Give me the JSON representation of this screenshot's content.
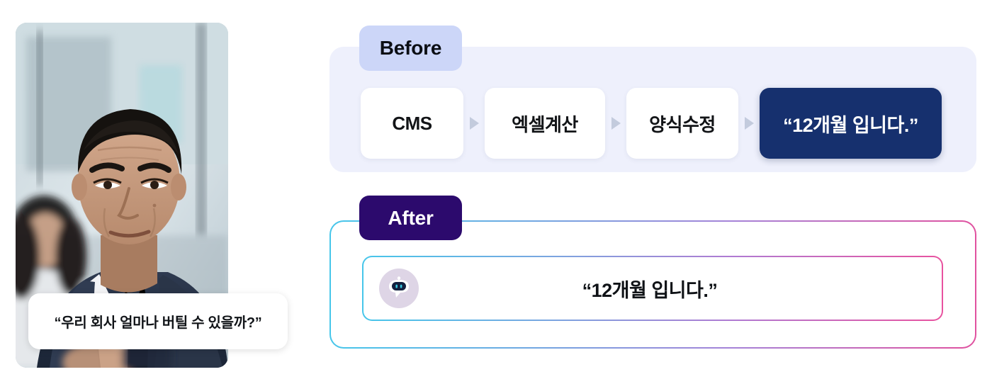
{
  "photo": {
    "alt_semantic": "worried-businessman-in-office-photo",
    "caption": "“우리 회사 얼마나 버틸 수 있을까?”"
  },
  "before": {
    "badge_label": "Before",
    "steps": [
      {
        "label": "CMS",
        "style": "light"
      },
      {
        "label": "엑셀계산",
        "style": "light"
      },
      {
        "label": "양식수정",
        "style": "light"
      },
      {
        "label": "“12개월 입니다.”",
        "style": "dark"
      }
    ],
    "separator_icon": "triangle-right-icon"
  },
  "after": {
    "badge_label": "After",
    "avatar_icon": "robot-chat-icon",
    "answer": "“12개월 입니다.”"
  },
  "colors": {
    "before_panel_bg": "#eef0fc",
    "before_badge_bg": "#ccd6f8",
    "before_final_chip_bg": "#16306e",
    "after_badge_bg": "#2c0a6d",
    "gradient_start": "#46c6ea",
    "gradient_end": "#e0519f",
    "bot_avatar_bg": "#ded5e6",
    "bot_head": "#12203f",
    "bot_eye": "#39c8e0"
  }
}
